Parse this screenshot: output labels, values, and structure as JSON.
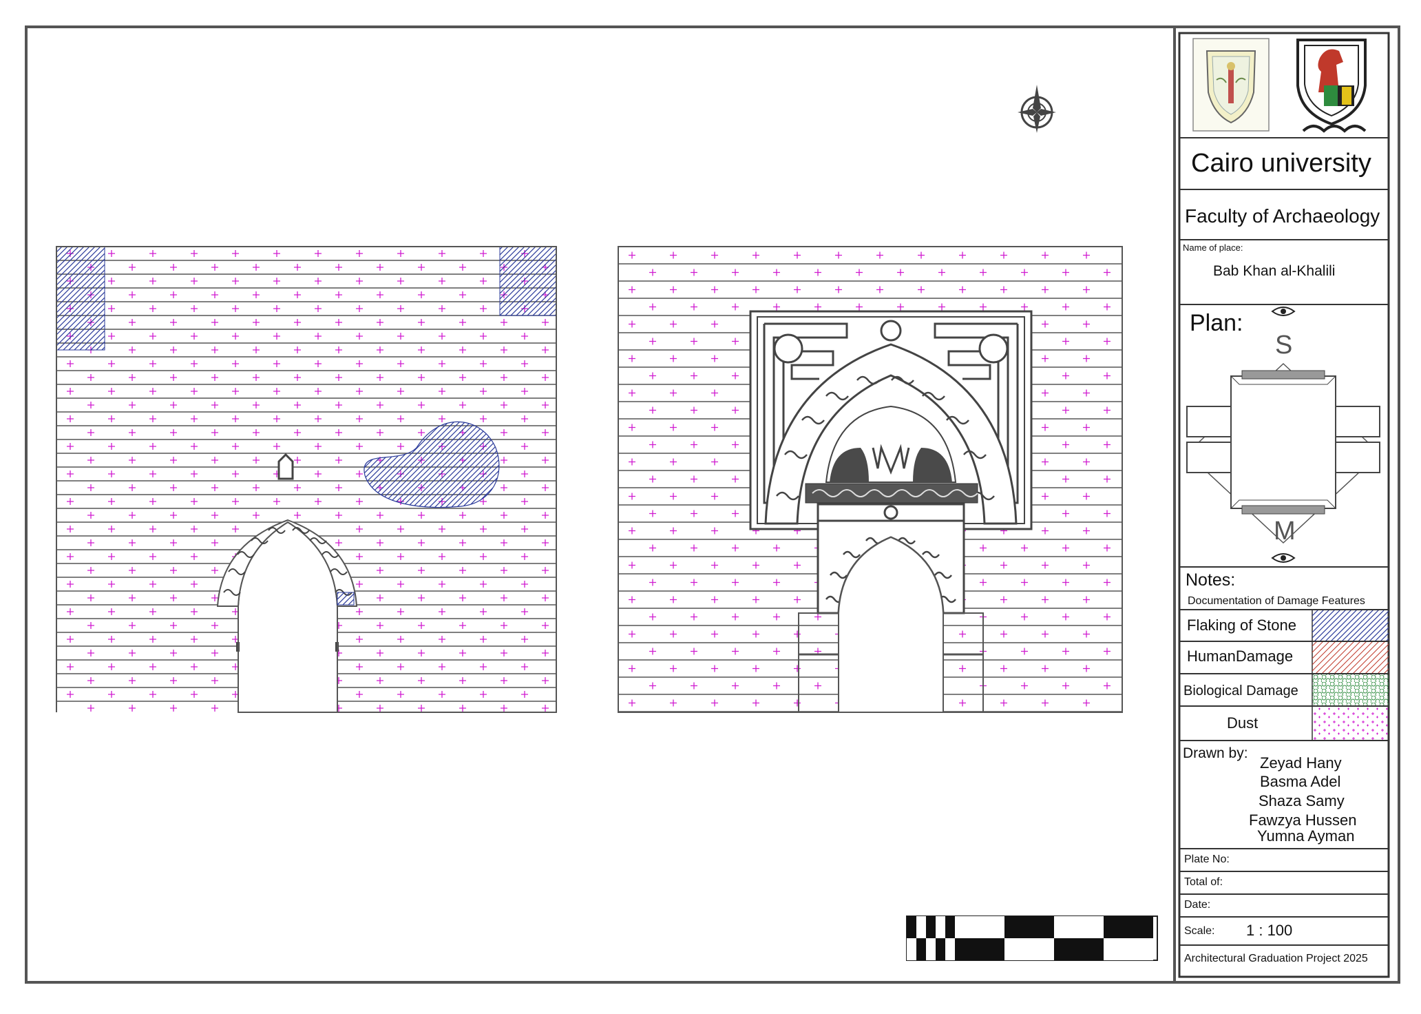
{
  "title_block": {
    "university": "Cairo university",
    "faculty": "Faculty of Archaeology",
    "name_of_place_label": "Name of place:",
    "name_of_place": "Bab Khan al-Khalili",
    "plan_label": "Plan:",
    "orientation_top": "S",
    "orientation_bottom": "M",
    "notes_label": "Notes:",
    "notes_subtitle": "Documentation of Damage Features",
    "legend": [
      {
        "label": "Flaking of Stone",
        "pattern": "diagonal-hatch",
        "color": "#2a3a9a"
      },
      {
        "label": "HumanDamage",
        "pattern": "diagonal-hatch",
        "color": "#c0392b"
      },
      {
        "label": "Biological Damage",
        "pattern": "hexagons",
        "color": "#2e8b3e"
      },
      {
        "label": "Dust",
        "pattern": "crosses",
        "color": "#d01ad0"
      }
    ],
    "drawn_by_label": "Drawn by:",
    "drawers": [
      "Zeyad Hany",
      "Basma Adel",
      "Shaza Samy",
      "Fawzya Hussen",
      "Yumna Ayman"
    ],
    "plate_no_label": "Plate No:",
    "total_of_label": "Total of:",
    "date_label": "Date:",
    "scale_label": "Scale:",
    "scale_value": "1 : 100",
    "project": "Architectural Graduation Project 2025"
  },
  "logos": [
    "faculty-crest",
    "cairo-university-seal"
  ],
  "colors": {
    "dust": "#d01ad0",
    "flaking": "#2a3a9a",
    "human_damage": "#c0392b",
    "biological": "#2e8b3e",
    "line": "#555555"
  }
}
